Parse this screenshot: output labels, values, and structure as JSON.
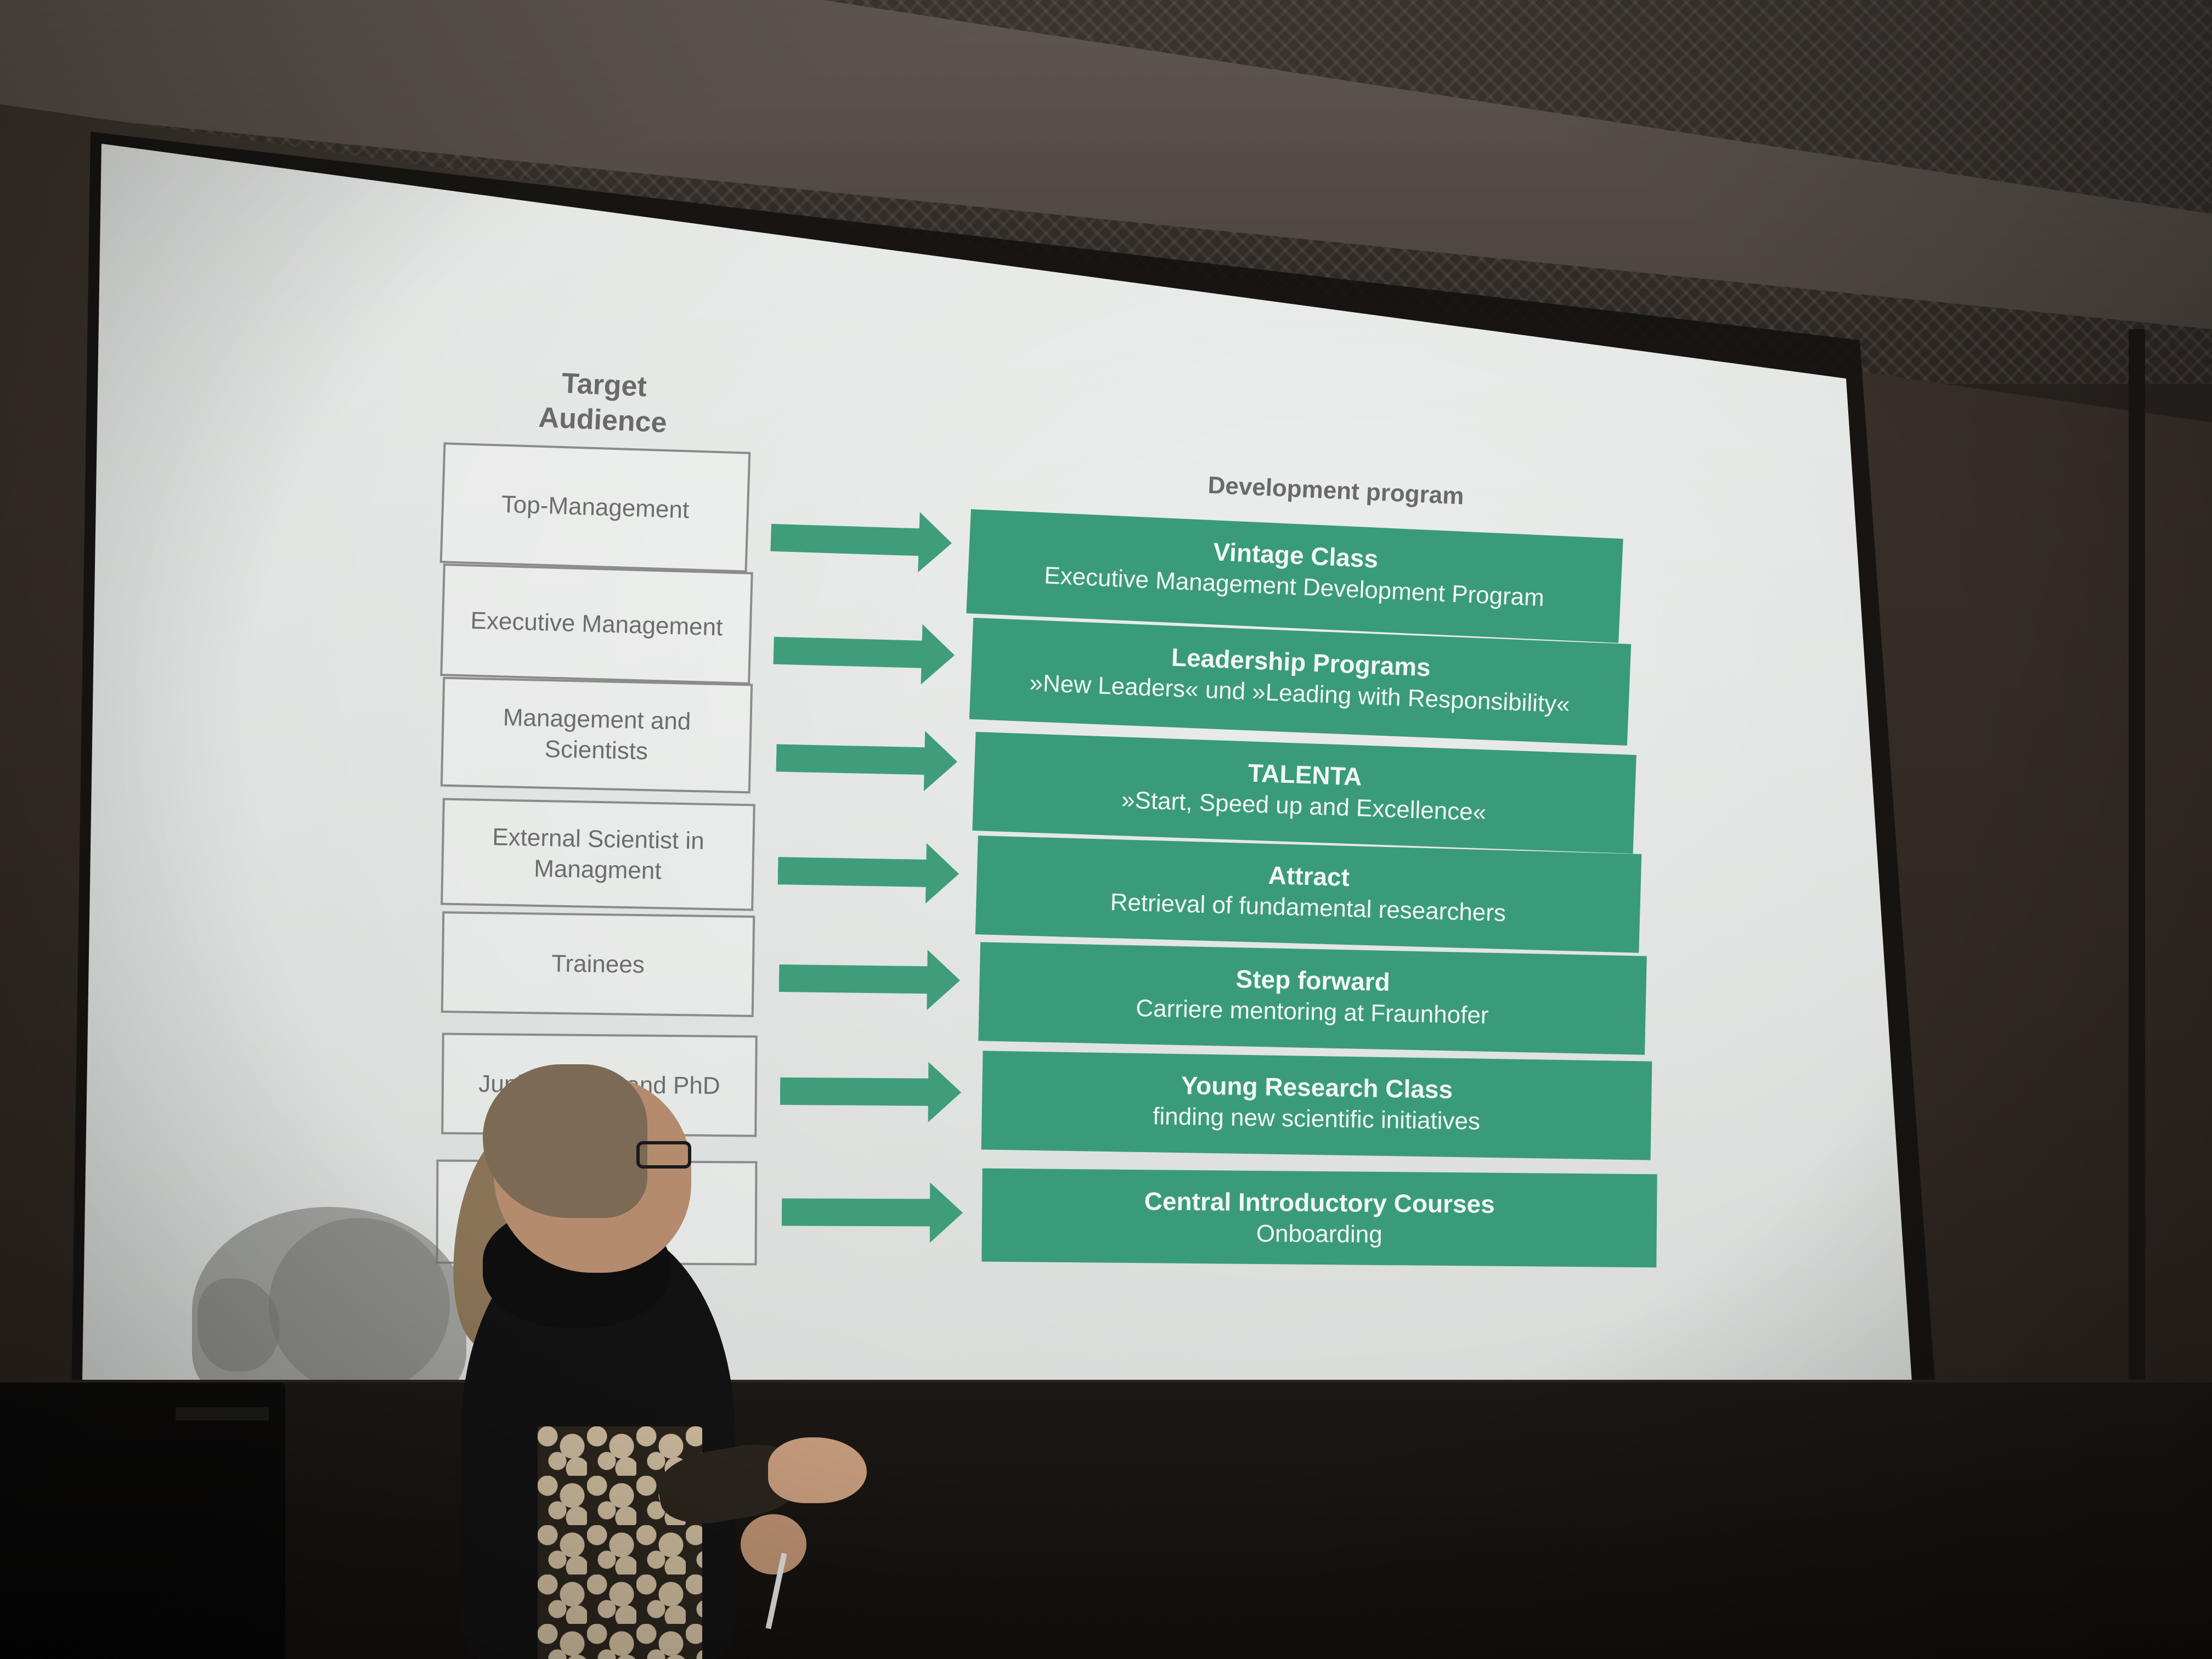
{
  "slide": {
    "target_audience_heading": "Target\nAudience",
    "development_heading": "Development program",
    "audience": [
      "Top-Management",
      "Executive Management",
      "Management and\nScientists",
      "External Scientist in\nManagment",
      "Trainees",
      "Junior Sc       and PhD",
      ""
    ],
    "programs": [
      {
        "title": "Vintage Class",
        "subtitle": "Executive Management Development Program"
      },
      {
        "title": "Leadership Programs",
        "subtitle": "»New Leaders« und »Leading with Responsibility«"
      },
      {
        "title": "TALENTA",
        "subtitle": "»Start, Speed up and Excellence«"
      },
      {
        "title": "Attract",
        "subtitle": "Retrieval of fundamental researchers"
      },
      {
        "title": "Step forward",
        "subtitle": "Carriere mentoring at Fraunhofer"
      },
      {
        "title": "Young Research Class",
        "subtitle": "finding new scientific initiatives"
      },
      {
        "title": "Central Introductory Courses",
        "subtitle": "Onboarding"
      }
    ]
  },
  "colors": {
    "program_green": "#3a9b7a",
    "arrow_green": "#3f9d7c",
    "box_border": "#8b8b8b",
    "slide_text": "#6d6d6d"
  },
  "scene": {
    "laptop_brand": ""
  }
}
